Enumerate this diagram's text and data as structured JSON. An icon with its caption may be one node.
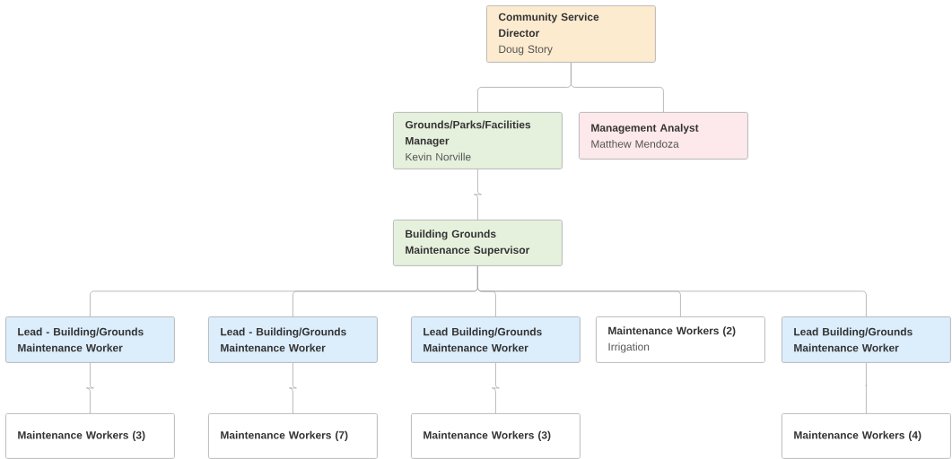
{
  "diagram": {
    "nodes": [
      {
        "text": [
          "Community Service Director",
          "Doug Story"
        ]
      },
      {
        "text": [
          "Grounds/Parks/Facilities Manager",
          "Kevin Norville"
        ]
      },
      {
        "text": [
          "Management Analyst",
          "Matthew Mendoza"
        ]
      },
      {
        "text": [
          "Building Grounds Maintenance Supervisor"
        ]
      },
      {
        "text": [
          "Lead - Building/Grounds Maintenance Worker"
        ]
      },
      {
        "text": [
          "Lead - Building/Grounds Maintenance Worker"
        ]
      },
      {
        "text": [
          "Lead Building/Grounds Maintenance Worker"
        ]
      },
      {
        "text": [
          "Maintenance Workers (2)",
          "Irrigation"
        ]
      },
      {
        "text": [
          "Lead Building/Grounds Maintenance Worker"
        ]
      },
      {
        "text": [
          "Maintenance Workers (3)"
        ]
      },
      {
        "text": [
          "Maintenance Workers (7)"
        ]
      },
      {
        "text": [
          "Maintenance Workers (3)"
        ]
      },
      {
        "text": [
          "Maintenance Workers (4)"
        ]
      }
    ],
    "edges": [
      {
        "from": 0,
        "to": 1,
        "arrow": "none"
      },
      {
        "from": 0,
        "to": 2,
        "arrow": "none"
      },
      {
        "from": 1,
        "to": 3,
        "arrow": "none"
      },
      {
        "from": 3,
        "to": 4,
        "arrow": "none"
      },
      {
        "from": 3,
        "to": 5,
        "arrow": "none"
      },
      {
        "from": 3,
        "to": 6,
        "arrow": "none"
      },
      {
        "from": 3,
        "to": 7,
        "arrow": "none"
      },
      {
        "from": 3,
        "to": 8,
        "arrow": "none"
      },
      {
        "from": 4,
        "to": 9,
        "arrow": "none"
      },
      {
        "from": 5,
        "to": 10,
        "arrow": "none"
      },
      {
        "from": 6,
        "to": 11,
        "arrow": "none"
      },
      {
        "from": 8,
        "to": 12,
        "arrow": "none"
      }
    ]
  }
}
